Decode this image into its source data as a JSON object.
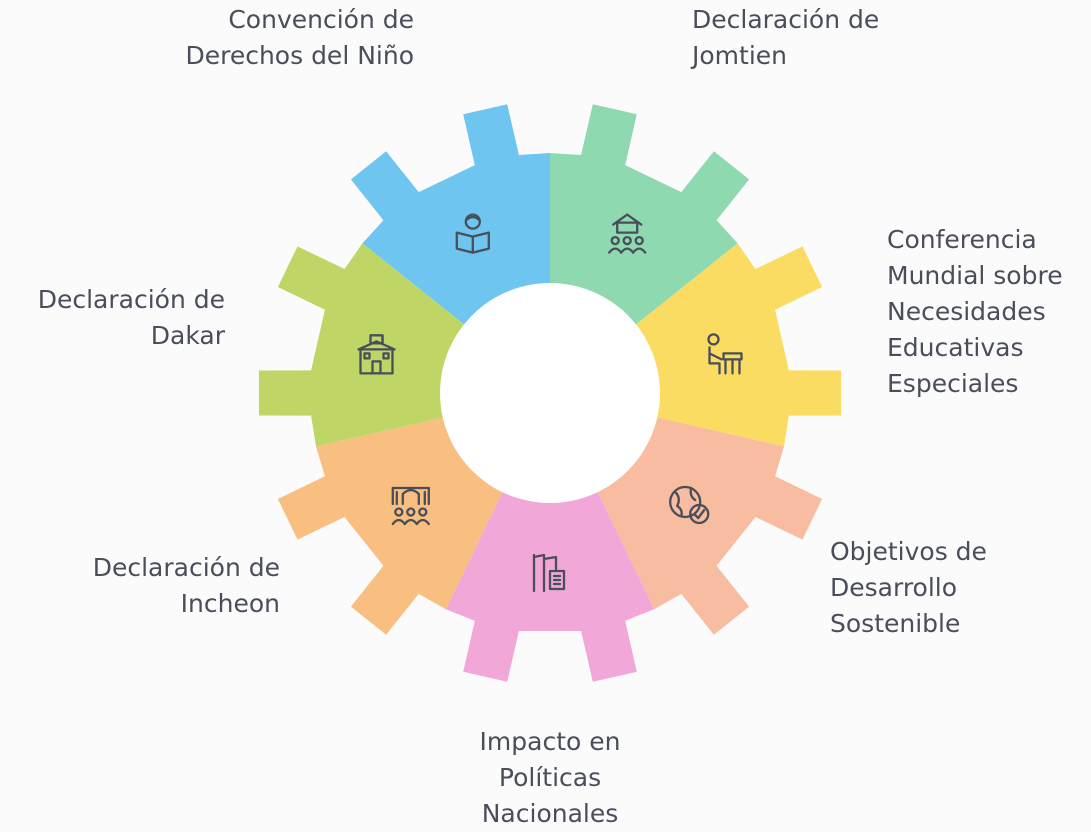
{
  "segments": [
    {
      "id": "crc",
      "lines": [
        "Convención de",
        "Derechos del Niño"
      ],
      "color": "#6ec6f0",
      "icon": "child-reading-icon"
    },
    {
      "id": "jomtien",
      "lines": [
        "Declaración de",
        "Jomtien"
      ],
      "color": "#8fd9b0",
      "icon": "teacher-students-icon"
    },
    {
      "id": "nee",
      "lines": [
        "Conferencia",
        "Mundial sobre",
        "Necesidades",
        "Educativas",
        "Especiales"
      ],
      "color": "#fbdc62",
      "icon": "student-desk-icon"
    },
    {
      "id": "ods",
      "lines": [
        "Objetivos de",
        "Desarrollo",
        "Sostenible"
      ],
      "color": "#f8bca0",
      "icon": "globe-check-icon"
    },
    {
      "id": "impacto",
      "lines": [
        "Impacto en",
        "Políticas",
        "Nacionales"
      ],
      "color": "#f1a8d8",
      "icon": "policy-book-icon"
    },
    {
      "id": "incheon",
      "lines": [
        "Declaración de",
        "Incheon"
      ],
      "color": "#f9bf80",
      "icon": "assembly-icon"
    },
    {
      "id": "dakar",
      "lines": [
        "Declaración de",
        "Dakar"
      ],
      "color": "#bfd667",
      "icon": "school-building-icon"
    }
  ]
}
